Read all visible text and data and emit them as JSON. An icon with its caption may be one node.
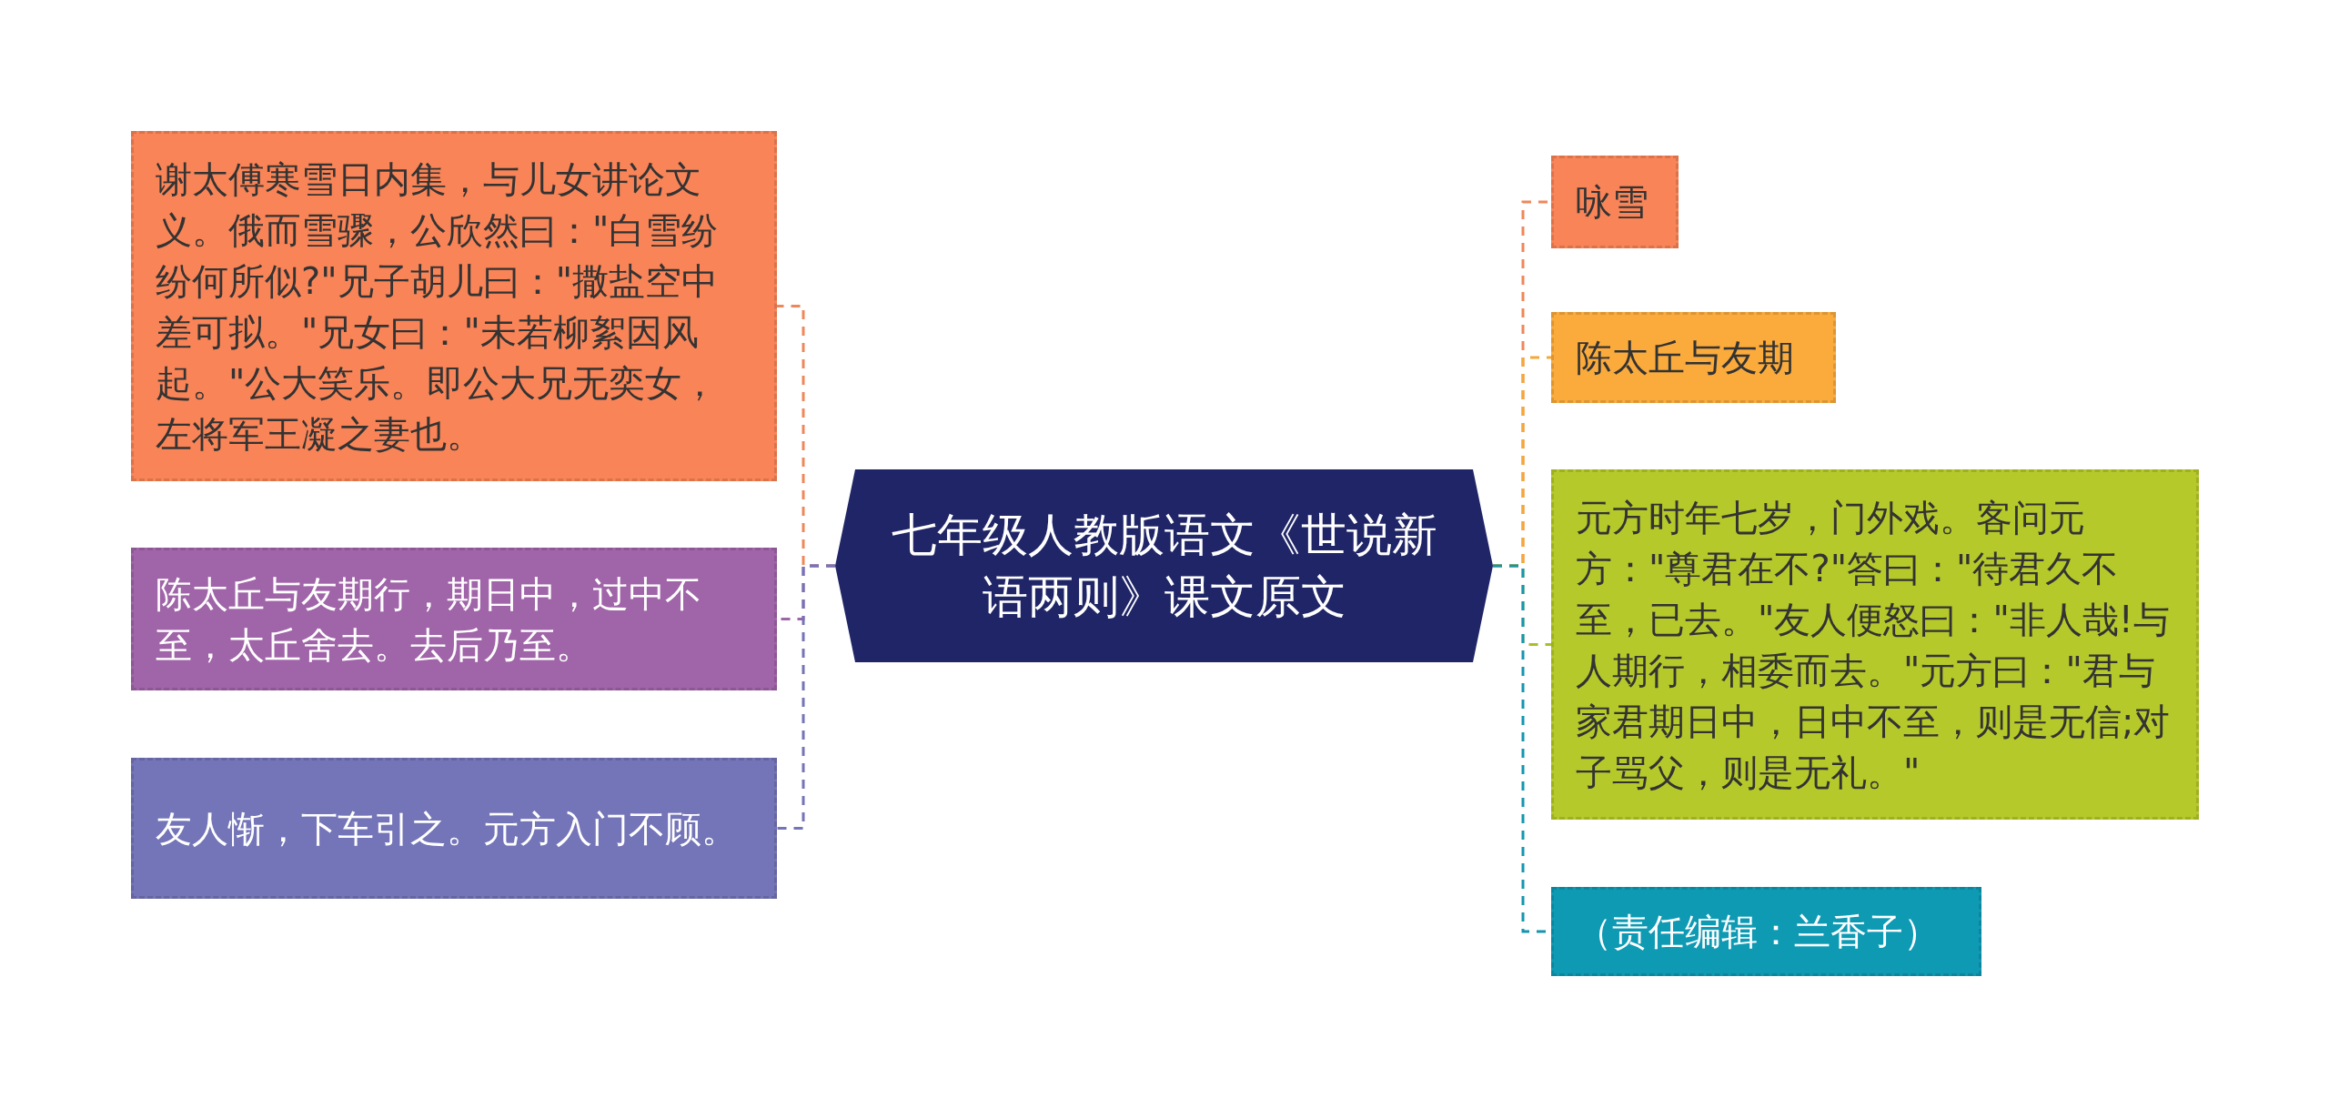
{
  "diagram": {
    "nodes": [
      {
        "text": [
          "七年级人教版语文《世说新语两则》课文原文"
        ]
      },
      {
        "text": [
          "谢太傅寒雪日内集，与儿女讲论文义。俄而雪骤，公欣然曰：\"白雪纷纷何所似?\"兄子胡儿曰：\"撒盐空中差可拟。\"兄女曰：\"未若柳絮因风起。\"公大笑乐。即公大兄无奕女，左将军王凝之妻也。"
        ]
      },
      {
        "text": [
          "陈太丘与友期行，期日中，过中不至，太丘舍去。去后乃至。"
        ]
      },
      {
        "text": [
          "友人惭，下车引之。元方入门不顾。"
        ]
      },
      {
        "text": [
          "咏雪"
        ]
      },
      {
        "text": [
          "陈太丘与友期"
        ]
      },
      {
        "text": [
          "元方时年七岁，门外戏。客问元方：\"尊君在不?\"答曰：\"待君久不至，已去。\"友人便怒曰：\"非人哉!与人期行，相委而去。\"元方曰：\"君与家君期日中，日中不至，则是无信;对子骂父，则是无礼。\""
        ]
      },
      {
        "text": [
          "（责任编辑：兰香子）"
        ]
      }
    ],
    "edges": [
      {
        "from": 0,
        "to": 1,
        "arrow": "none",
        "style": "dashed",
        "color": "#f0875a"
      },
      {
        "from": 0,
        "to": 2,
        "arrow": "none",
        "style": "dashed",
        "color": "#9e66a6"
      },
      {
        "from": 0,
        "to": 3,
        "arrow": "none",
        "style": "dashed",
        "color": "#7474b8"
      },
      {
        "from": 0,
        "to": 4,
        "arrow": "none",
        "style": "dashed",
        "color": "#f0875a"
      },
      {
        "from": 0,
        "to": 5,
        "arrow": "none",
        "style": "dashed",
        "color": "#f4a83a"
      },
      {
        "from": 0,
        "to": 6,
        "arrow": "none",
        "style": "dashed",
        "color": "#a9bf2a"
      },
      {
        "from": 0,
        "to": 7,
        "arrow": "none",
        "style": "dashed",
        "color": "#1596b0"
      }
    ]
  }
}
